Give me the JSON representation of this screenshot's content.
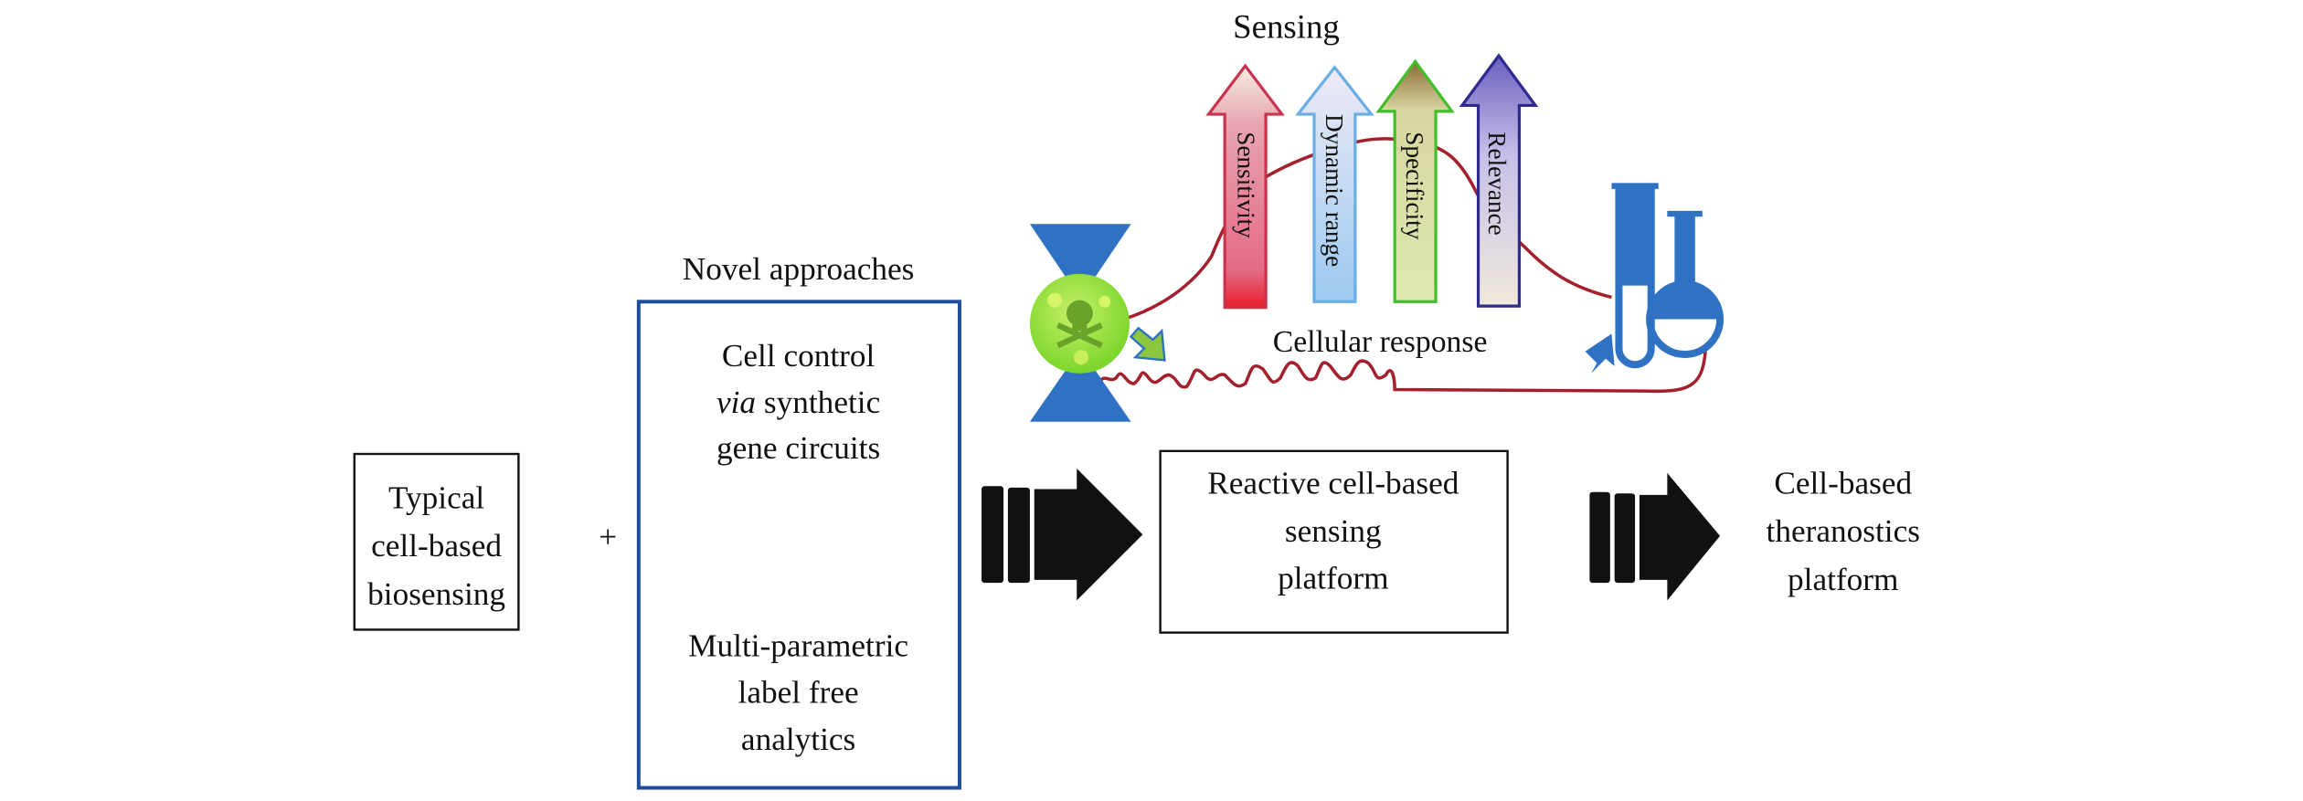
{
  "sensing": {
    "title": "Sensing",
    "arrows": [
      {
        "label": "Sensitivity",
        "color": "#c8344e"
      },
      {
        "label": "Dynamic range",
        "color": "#6aaee6"
      },
      {
        "label": "Specificity",
        "color": "#3fbf2a"
      },
      {
        "label": "Relevance",
        "color": "#2e2a8e"
      }
    ],
    "cellular_response": "Cellular response",
    "curve_color": "#a3202c"
  },
  "typical_box": {
    "lines": [
      "Typical",
      "cell-based",
      "biosensing"
    ]
  },
  "plus": "+",
  "novel": {
    "title": "Novel approaches",
    "box_color": "#1f4e9c",
    "item1": {
      "italic": "via",
      "lines": [
        "Cell control",
        "synthetic",
        "gene circuits"
      ]
    },
    "item2": {
      "lines": [
        "Multi-parametric",
        "label free",
        "analytics"
      ]
    }
  },
  "reactive_box": {
    "lines": [
      "Reactive cell-based",
      "sensing",
      "platform"
    ]
  },
  "theranostics": {
    "lines": [
      "Cell-based",
      "theranostics",
      "platform"
    ]
  },
  "icons": [
    "toxin-hourglass-icon",
    "skull-crossbones-icon",
    "test-tube-icon",
    "flask-icon",
    "block-arrow-icon"
  ]
}
